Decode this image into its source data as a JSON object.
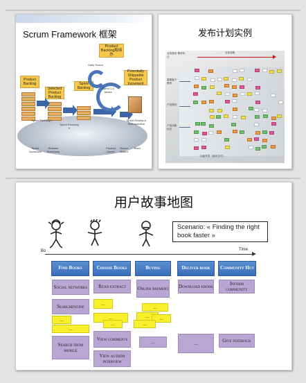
{
  "panel1": {
    "title": "Scrum Framework 框架",
    "labels": {
      "product_backlog": "Product Backlog",
      "selected_backlog": "Selected Product Backlog",
      "sprint_backlog": "Sprint Backlog",
      "product_backlog_cn": "Product Backlog和待办",
      "daily_scrum": "Daily Scrum",
      "sprint_time": "Sprint 1-4 weeks",
      "potentially_shippable": "Potentially Shippable Product Increment",
      "sprint_planning_1": "Sprint Planning I",
      "sprint_planning_2": "Sprint Planning II",
      "sprint_review": "Sprint Review & Retrospective",
      "legend_1": "Sprint Dunktown",
      "legend_2": "Release Burndown",
      "legend_3": "Product Owner",
      "legend_4": "Scrum Master",
      "legend_5": "Team"
    }
  },
  "panel2": {
    "title": "发布计划实例",
    "photo_labels": {
      "top_left": "业务规划 需求标记",
      "top_center": "业务流程",
      "left_1": "重要客户 需求",
      "left_2": "产品规划",
      "left_3": "产品功能 标记",
      "bottom": "功能开发（版本交付）"
    }
  },
  "panel3": {
    "title": "用户故事地图",
    "scenario": "Scenario: « Finding the right book faster »",
    "axis_start": "Bo",
    "axis_end": "Time",
    "columns": [
      {
        "header": "Find Books"
      },
      {
        "header": "Choose Books"
      },
      {
        "header": "Buying"
      },
      {
        "header": "Deliver book"
      },
      {
        "header": "Community Hut"
      }
    ],
    "cards": {
      "social_networks": "Social networks",
      "search_engine": "Searchengine",
      "search_mobile": "Search from mobile",
      "read_extract": "Read extract",
      "view_comments": "View comments",
      "view_author": "View author interview",
      "online_payment": "Online payment",
      "download_ebook": "Download ebook",
      "inform_community": "Inform community",
      "give_feedback": "Give feedback",
      "ellipsis": "..."
    }
  }
}
